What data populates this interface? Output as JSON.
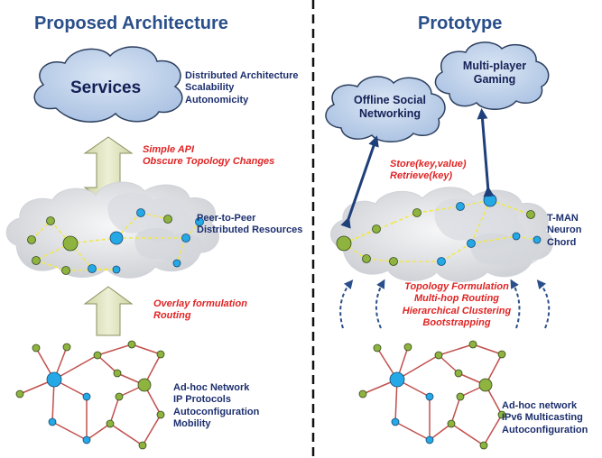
{
  "left": {
    "heading": "Proposed Architecture",
    "services_cloud": "Services",
    "services_props": [
      "Distributed Architecture",
      "Scalability",
      "Autonomicity"
    ],
    "api_labels": [
      "Simple API",
      "Obscure Topology Changes"
    ],
    "p2p_labels": [
      "Peer-to-Peer",
      "Distributed Resources"
    ],
    "overlay_labels": [
      "Overlay formulation",
      "Routing"
    ],
    "adhoc_labels": [
      "Ad-hoc Network",
      "IP Protocols",
      "Autoconfiguration",
      "Mobility"
    ]
  },
  "right": {
    "heading": "Prototype",
    "social_cloud": [
      "Offline Social",
      "Networking"
    ],
    "gaming_cloud": [
      "Multi-player",
      "Gaming"
    ],
    "store_labels": [
      "Store(key,value)",
      "Retrieve(key)"
    ],
    "overlay_impl": [
      "T-MAN",
      "Neuron",
      "Chord"
    ],
    "topology_labels": [
      "Topology Formulation",
      "Multi-hop Routing",
      "Hierarchical Clustering",
      "Bootstrapping"
    ],
    "adhoc_labels": [
      "Ad-hoc network",
      "IPv6 Multicasting",
      "Autoconfiguration"
    ]
  },
  "colors": {
    "heading": "#2a4f8a",
    "label_blue": "#1c2f6e",
    "label_red": "#e02424",
    "cloud_fill": "#b3c9e6",
    "overlay_cloud": "#e2e4e6",
    "arrow_fill": "#d9ddb3",
    "big_node": "#8fb33f",
    "small_node": "#24a8e6",
    "link_red": "#c0504d",
    "link_yellow": "#f2e84a",
    "arrow_dark": "#1f3f7a",
    "divider": "#111111"
  }
}
